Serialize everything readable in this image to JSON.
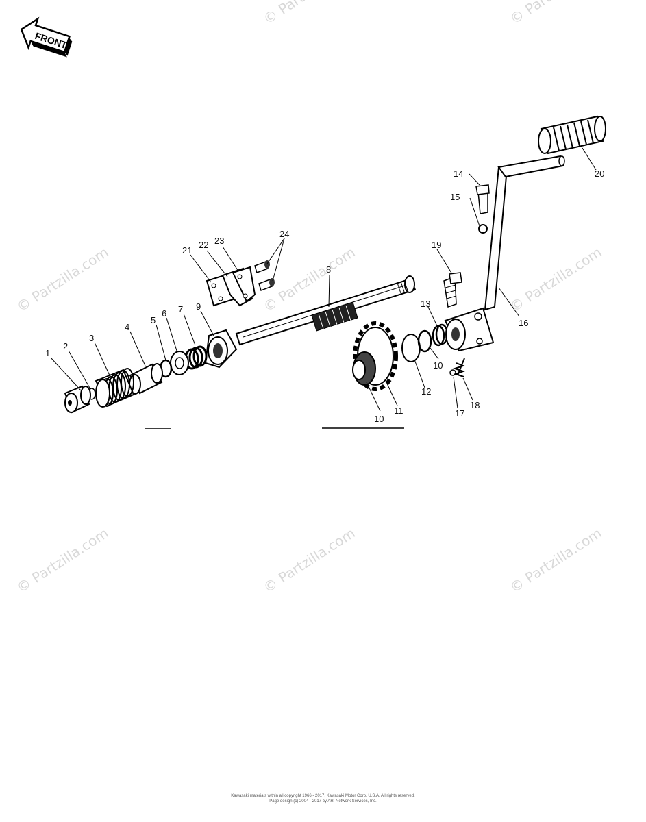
{
  "front_label": "FRONT",
  "watermark_text": "© Partzilla.com",
  "parts": [
    {
      "id": "1",
      "label": "1"
    },
    {
      "id": "2",
      "label": "2"
    },
    {
      "id": "3",
      "label": "3"
    },
    {
      "id": "4",
      "label": "4"
    },
    {
      "id": "5",
      "label": "5"
    },
    {
      "id": "6",
      "label": "6"
    },
    {
      "id": "7",
      "label": "7"
    },
    {
      "id": "8",
      "label": "8"
    },
    {
      "id": "9",
      "label": "9"
    },
    {
      "id": "10a",
      "label": "10"
    },
    {
      "id": "10b",
      "label": "10"
    },
    {
      "id": "11",
      "label": "11"
    },
    {
      "id": "12",
      "label": "12"
    },
    {
      "id": "13",
      "label": "13"
    },
    {
      "id": "14",
      "label": "14"
    },
    {
      "id": "15",
      "label": "15"
    },
    {
      "id": "16",
      "label": "16"
    },
    {
      "id": "17",
      "label": "17"
    },
    {
      "id": "18",
      "label": "18"
    },
    {
      "id": "19",
      "label": "19"
    },
    {
      "id": "20",
      "label": "20"
    },
    {
      "id": "21",
      "label": "21"
    },
    {
      "id": "22",
      "label": "22"
    },
    {
      "id": "23",
      "label": "23"
    },
    {
      "id": "24",
      "label": "24"
    }
  ],
  "copyright": {
    "line1": "Kawasaki materials within all copyright 1966 - 2017, Kawasaki Motor Corp. U.S.A. All rights reserved.",
    "line2": "Page design (c) 2004 - 2017 by ARI Network Services, Inc."
  }
}
